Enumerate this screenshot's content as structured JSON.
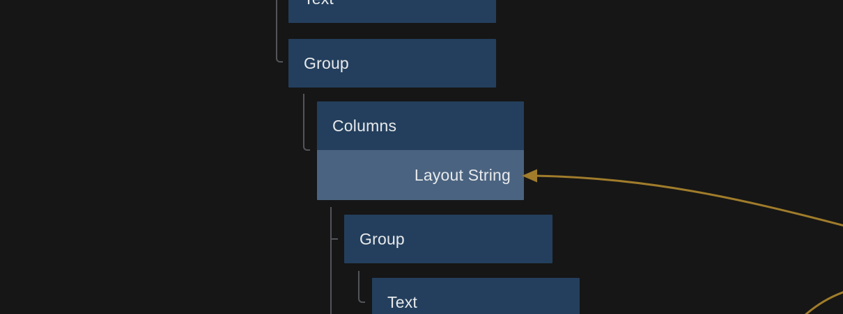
{
  "app": {
    "view": "node-tree-graph"
  },
  "tree": {
    "nodes": [
      {
        "label": "Text",
        "type": "node",
        "depth": 0,
        "clipped": "top"
      },
      {
        "label": "Group",
        "type": "node",
        "depth": 0
      },
      {
        "label": "Columns",
        "type": "node",
        "depth": 1
      },
      {
        "label": "Layout String",
        "type": "input-port",
        "attached_to": "Columns",
        "align": "right"
      },
      {
        "label": "Group",
        "type": "node",
        "depth": 2
      },
      {
        "label": "Text",
        "type": "node",
        "depth": 3,
        "clipped": "bottom"
      }
    ]
  },
  "edges": [
    {
      "to": "Layout String",
      "from": "off-canvas-right",
      "kind": "arrow-into-input"
    },
    {
      "to": "off-canvas-bottom",
      "from": "off-canvas-right",
      "kind": "wire"
    }
  ],
  "colors": {
    "background": "#161616",
    "node_fill": "#243f5d",
    "input_port_fill": "#4a6380",
    "node_text": "#e7eaec",
    "hierarchy_line": "#53555a",
    "wire": "#a07c2b"
  }
}
